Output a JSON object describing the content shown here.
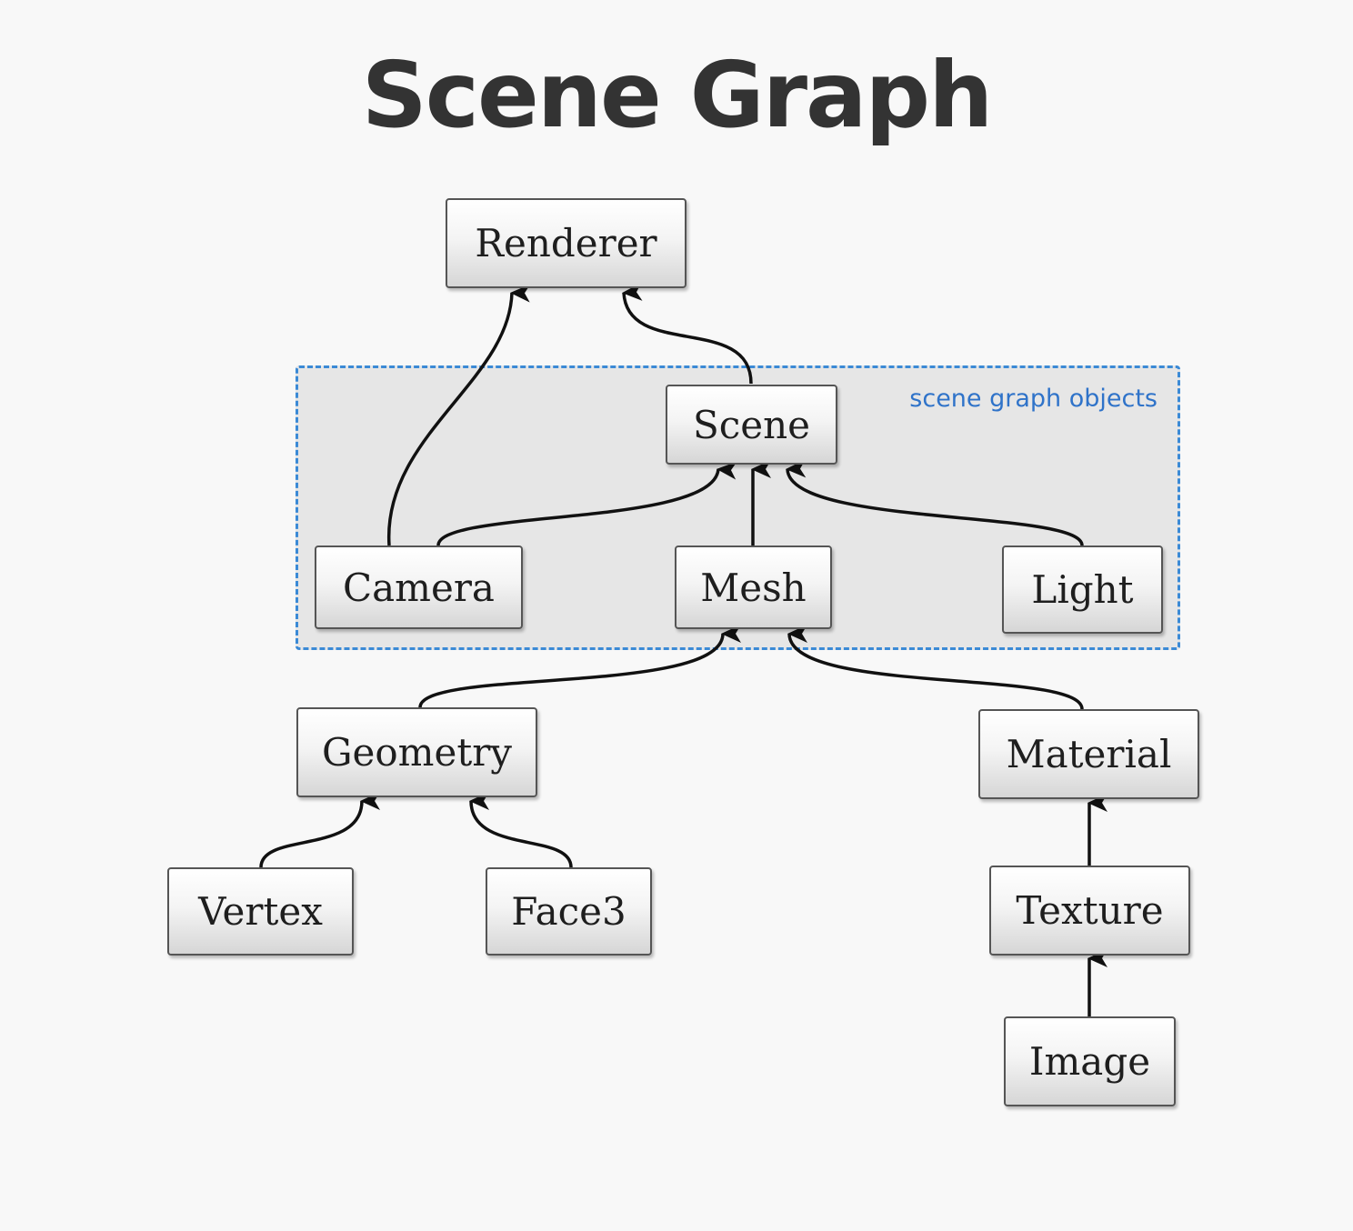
{
  "title": "Scene Graph",
  "group": {
    "label": "scene graph objects",
    "border_color": "#3b8ad6",
    "fill_color": "#e6e6e6"
  },
  "nodes": {
    "renderer": "Renderer",
    "scene": "Scene",
    "camera": "Camera",
    "mesh": "Mesh",
    "light": "Light",
    "geometry": "Geometry",
    "material": "Material",
    "vertex": "Vertex",
    "face3": "Face3",
    "texture": "Texture",
    "image": "Image"
  },
  "edges": [
    {
      "from": "camera",
      "to": "renderer"
    },
    {
      "from": "scene",
      "to": "renderer"
    },
    {
      "from": "camera",
      "to": "scene"
    },
    {
      "from": "mesh",
      "to": "scene"
    },
    {
      "from": "light",
      "to": "scene"
    },
    {
      "from": "geometry",
      "to": "mesh"
    },
    {
      "from": "material",
      "to": "mesh"
    },
    {
      "from": "vertex",
      "to": "geometry"
    },
    {
      "from": "face3",
      "to": "geometry"
    },
    {
      "from": "texture",
      "to": "material"
    },
    {
      "from": "image",
      "to": "texture"
    }
  ]
}
